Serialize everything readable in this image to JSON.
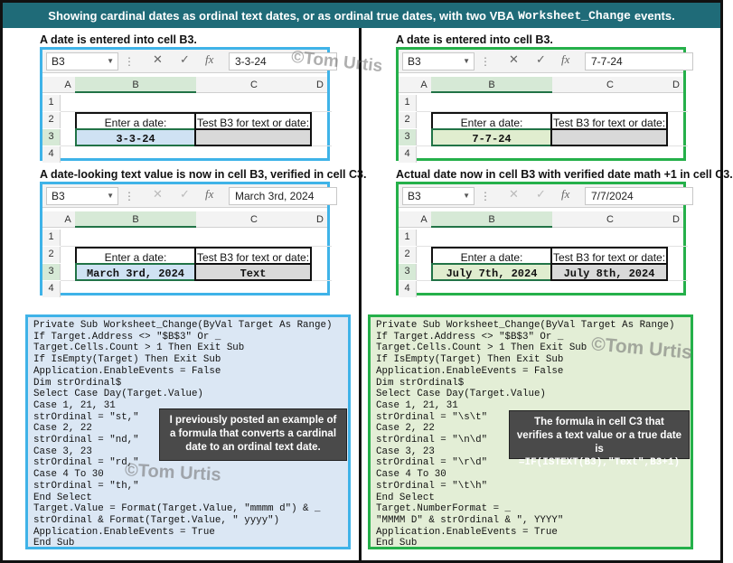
{
  "title": {
    "prefix": "Showing cardinal dates as ordinal text dates, or as ordinal true dates, with two VBA",
    "code_word": "Worksheet_Change",
    "suffix": "events."
  },
  "watermark": "©Tom Urtis",
  "excel": {
    "name_box": "B3",
    "col_a": "A",
    "col_b": "B",
    "col_c": "C",
    "col_d": "D",
    "rows": [
      "1",
      "2",
      "3",
      "4"
    ],
    "header_b": "Enter a date:",
    "header_c": "Test B3 for text or date:",
    "cancel_glyph": "✕",
    "enter_glyph": "✓",
    "fx_glyph": "fx",
    "sep_glyph": "⋮"
  },
  "panels": {
    "left_top": {
      "caption": "A date is entered into cell B3.",
      "formula": "3-3-24",
      "b3": "3-3-24",
      "c3": ""
    },
    "right_top": {
      "caption": "A date is entered into cell B3.",
      "formula": "7-7-24",
      "b3": "7-7-24",
      "c3": ""
    },
    "left_bottom": {
      "caption": "A date-looking text value is now in cell B3, verified in cell C3.",
      "formula": "March 3rd, 2024",
      "b3": "March 3rd, 2024",
      "c3": "Text"
    },
    "right_bottom": {
      "caption": "Actual date now in cell B3 with verified date math +1 in cell C3.",
      "formula": "7/7/2024",
      "b3": "July 7th, 2024",
      "c3": "July 8th, 2024"
    }
  },
  "code_left": "Private Sub Worksheet_Change(ByVal Target As Range)\nIf Target.Address <> \"$B$3\" Or _\nTarget.Cells.Count > 1 Then Exit Sub\nIf IsEmpty(Target) Then Exit Sub\nApplication.EnableEvents = False\nDim strOrdinal$\nSelect Case Day(Target.Value)\nCase 1, 21, 31\nstrOrdinal = \"st,\"\nCase 2, 22\nstrOrdinal = \"nd,\"\nCase 3, 23\nstrOrdinal = \"rd,\"\nCase 4 To 30\nstrOrdinal = \"th,\"\nEnd Select\nTarget.Value = Format(Target.Value, \"mmmm d\") & _\nstrOrdinal & Format(Target.Value, \" yyyy\")\nApplication.EnableEvents = True\nEnd Sub",
  "code_right": "Private Sub Worksheet_Change(ByVal Target As Range)\nIf Target.Address <> \"$B$3\" Or _\nTarget.Cells.Count > 1 Then Exit Sub\nIf IsEmpty(Target) Then Exit Sub\nApplication.EnableEvents = False\nDim strOrdinal$\nSelect Case Day(Target.Value)\nCase 1, 21, 31\nstrOrdinal = \"\\s\\t\"\nCase 2, 22\nstrOrdinal = \"\\n\\d\"\nCase 3, 23\nstrOrdinal = \"\\r\\d\"\nCase 4 To 30\nstrOrdinal = \"\\t\\h\"\nEnd Select\nTarget.NumberFormat = _\n\"MMMM D\" & strOrdinal & \", YYYY\"\nApplication.EnableEvents = True\nEnd Sub",
  "note_left": "I previously posted an example of a formula that converts a cardinal date to an ordinal text date.",
  "note_right": {
    "text": "The formula in cell C3 that verifies a text value or a true date is",
    "formula": "=IF(ISTEXT(B3),\"Text\",B3+1)"
  },
  "colors": {
    "title_bg": "#1f6b78",
    "blue_border": "#3fb3e8",
    "green_border": "#25b04a",
    "blue_fill": "#cfe2f3",
    "green_fill": "#e0edcf"
  }
}
